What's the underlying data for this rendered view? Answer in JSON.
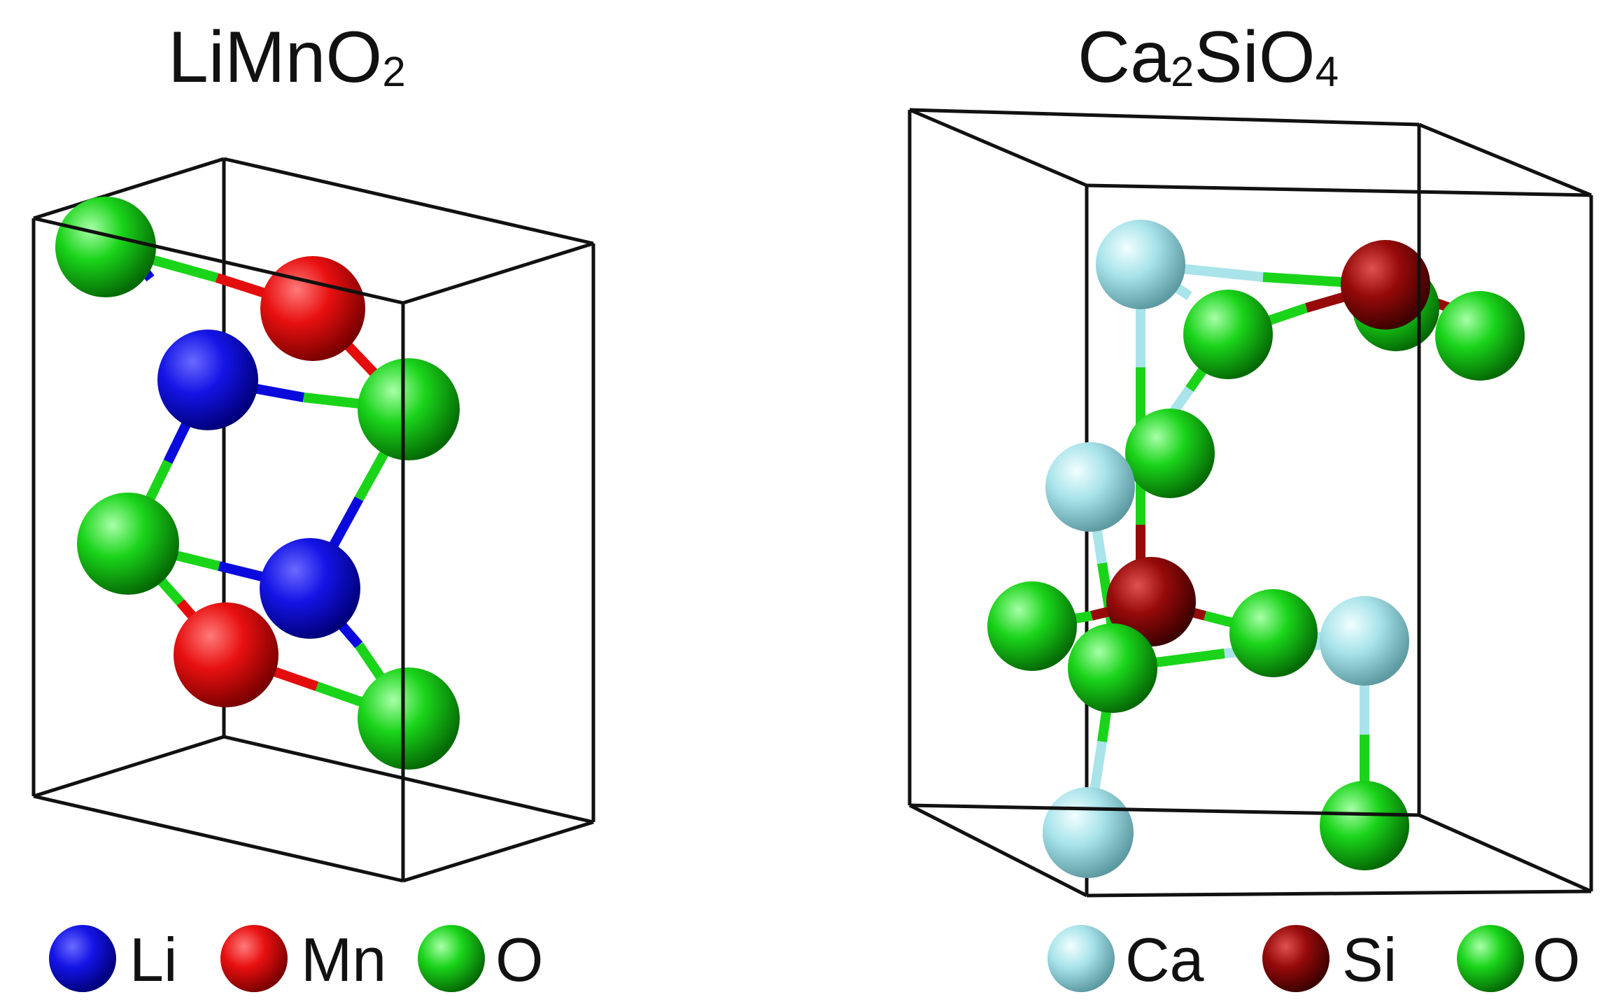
{
  "left_panel": {
    "title": {
      "base": "LiMnO",
      "sub": "2"
    },
    "legend": [
      {
        "label": "Li",
        "color": "#0a0adc"
      },
      {
        "label": "Mn",
        "color": "#e30d0d"
      },
      {
        "label": "O",
        "color": "#1ad41a"
      }
    ]
  },
  "right_panel": {
    "title": {
      "base1": "Ca",
      "sub1": "2",
      "base2": "SiO",
      "sub2": "4"
    },
    "legend": [
      {
        "label": "Ca",
        "color": "#a8e4ea"
      },
      {
        "label": "Si",
        "color": "#960a0a"
      },
      {
        "label": "O",
        "color": "#1ad41a"
      }
    ]
  }
}
